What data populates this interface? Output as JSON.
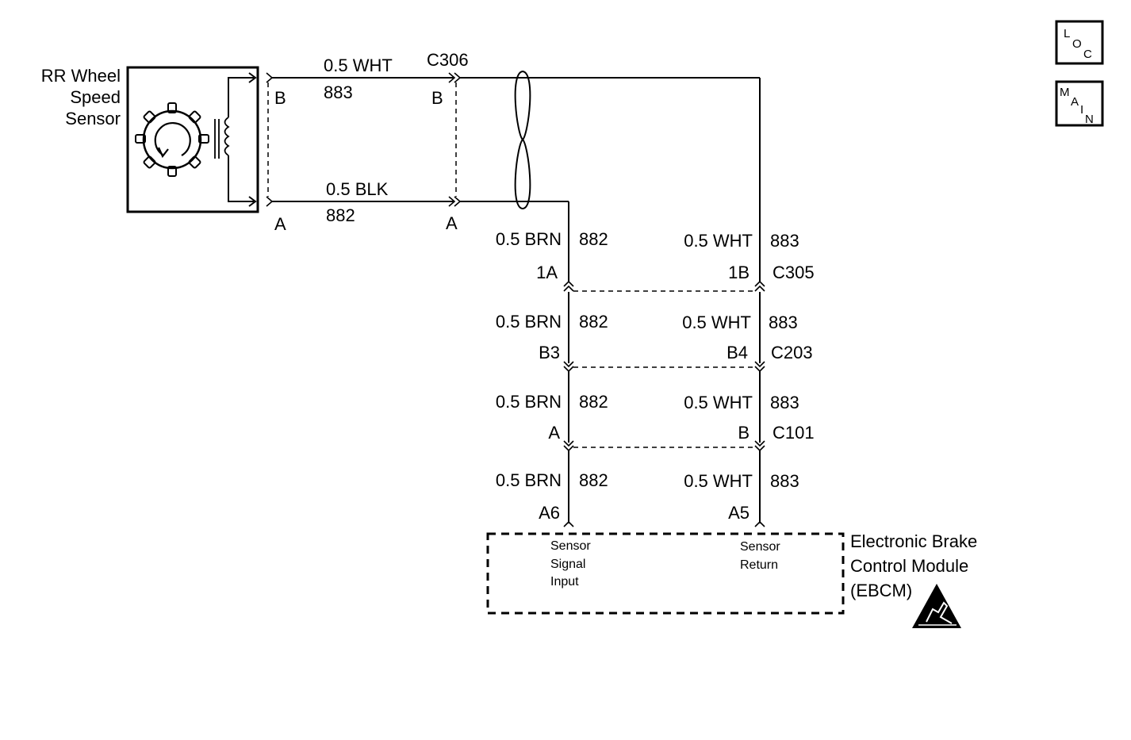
{
  "nav": {
    "loc": [
      "L",
      "O",
      "C"
    ],
    "main": [
      "M",
      "A",
      "I",
      "N"
    ]
  },
  "sensor": {
    "name_lines": [
      "RR Wheel",
      "Speed",
      "Sensor"
    ]
  },
  "top_wire": {
    "color": "0.5 WHT",
    "circuit": "883",
    "sensor_pin": "B",
    "connector": "C306",
    "connector_pin": "B"
  },
  "bottom_wire": {
    "color": "0.5 BLK",
    "circuit": "882",
    "sensor_pin": "A",
    "connector_pin": "A"
  },
  "left_column": {
    "segments": [
      {
        "color": "0.5 BRN",
        "circuit": "882",
        "pin": "1A"
      },
      {
        "color": "0.5 BRN",
        "circuit": "882",
        "pin": "B3"
      },
      {
        "color": "0.5 BRN",
        "circuit": "882",
        "pin": "A"
      },
      {
        "color": "0.5 BRN",
        "circuit": "882",
        "pin": "A6"
      }
    ]
  },
  "right_column": {
    "segments": [
      {
        "color": "0.5 WHT",
        "circuit": "883",
        "pin": "1B",
        "connector": "C305"
      },
      {
        "color": "0.5 WHT",
        "circuit": "883",
        "pin": "B4",
        "connector": "C203"
      },
      {
        "color": "0.5 WHT",
        "circuit": "883",
        "pin": "B",
        "connector": "C101"
      },
      {
        "color": "0.5 WHT",
        "circuit": "883",
        "pin": "A5"
      }
    ]
  },
  "ebcm": {
    "name_lines": [
      "Electronic Brake",
      "Control Module",
      "(EBCM)"
    ],
    "signal_label_lines": [
      "Sensor",
      "Signal",
      "Input"
    ],
    "return_label_lines": [
      "Sensor",
      "Return"
    ],
    "esd_icon": "esd-warning-icon"
  }
}
